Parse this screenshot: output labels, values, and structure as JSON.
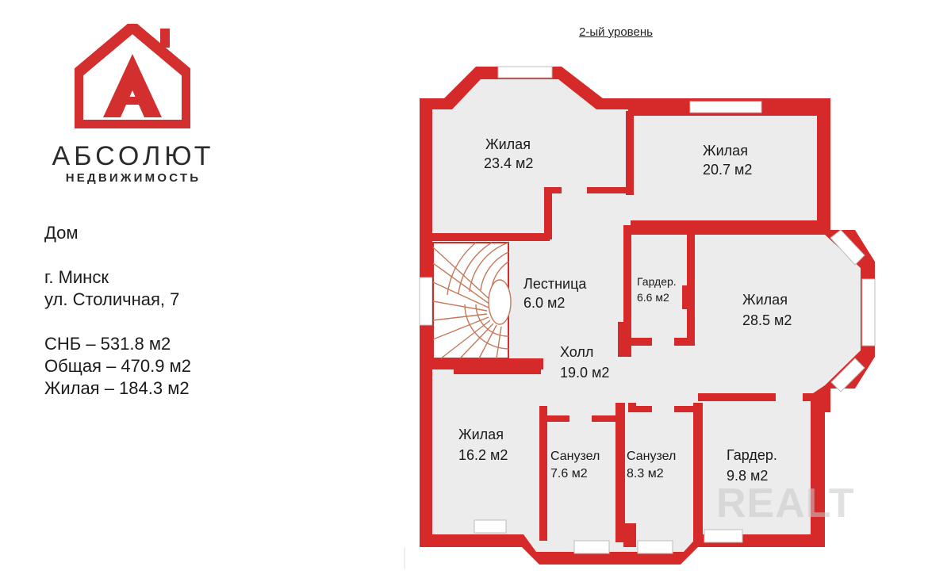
{
  "logo": {
    "brand_name": "АБСОЛЮТ",
    "brand_sub": "НЕДВИЖИМОСТЬ",
    "emblem_letter": "A",
    "color": "#d32f2f"
  },
  "info": {
    "type": "Дом",
    "city": "г. Минск",
    "street": "ул. Столичная, 7",
    "snb": "СНБ – 531.8 м2",
    "total": "Общая – 470.9 м2",
    "living": "Жилая – 184.3 м2"
  },
  "plan": {
    "title": "2-ый уровень",
    "wall_color": "#d62a2a",
    "floor_color": "#ececec",
    "rooms": [
      {
        "name": "Жилая",
        "area": "23.4 м2"
      },
      {
        "name": "Жилая",
        "area": "20.7 м2"
      },
      {
        "name": "Лестница",
        "area": "6.0 м2"
      },
      {
        "name": "Гардер.",
        "area": "6.6 м2"
      },
      {
        "name": "Жилая",
        "area": "28.5 м2"
      },
      {
        "name": "Холл",
        "area": "19.0 м2"
      },
      {
        "name": "Жилая",
        "area": "16.2 м2"
      },
      {
        "name": "Санузел",
        "area": "7.6 м2"
      },
      {
        "name": "Санузел",
        "area": "8.3 м2"
      },
      {
        "name": "Гардер.",
        "area": "9.8 м2"
      }
    ]
  },
  "watermark": "REALT"
}
